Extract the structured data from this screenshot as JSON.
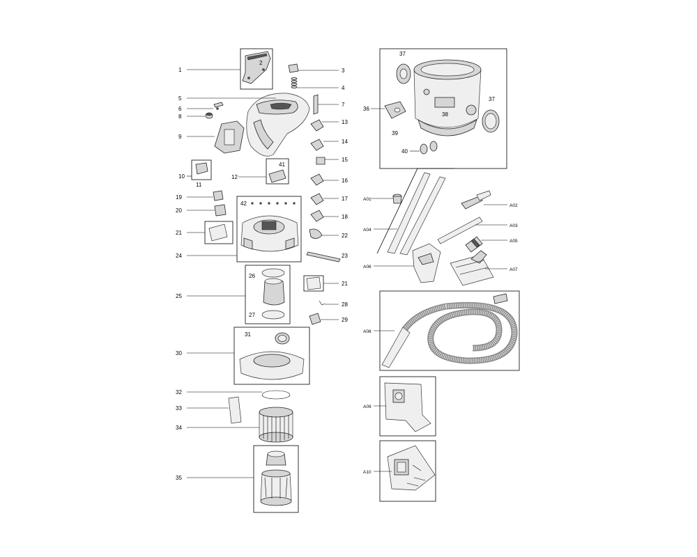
{
  "labels": {
    "c1": "1",
    "c2": "2",
    "c3": "3",
    "c4": "4",
    "c5": "5",
    "c6": "6",
    "c7": "7",
    "c8": "8",
    "c9": "9",
    "c10": "10",
    "c11": "11",
    "c12": "12",
    "c13": "13",
    "c14": "14",
    "c15": "15",
    "c16": "16",
    "c17": "17",
    "c18": "18",
    "c19": "19",
    "c20": "20",
    "c21a": "21",
    "c21b": "21",
    "c22": "22",
    "c23": "23",
    "c24": "24",
    "c25": "25",
    "c26": "26",
    "c27": "27",
    "c28": "28",
    "c29": "29",
    "c30": "30",
    "c31": "31",
    "c32": "32",
    "c33": "33",
    "c34": "34",
    "c35": "35",
    "c36": "36",
    "c37a": "37",
    "c37b": "37",
    "c38": "38",
    "c39": "39",
    "c40": "40",
    "c41": "41",
    "c42": "42",
    "a01": "A01",
    "a02": "A02",
    "a03": "A03",
    "a04": "A04",
    "a05": "A05",
    "a06": "A06",
    "a07": "A07",
    "a08": "A08",
    "a09": "A09",
    "a10": "A10"
  },
  "icons": [
    "handle",
    "screw",
    "clip",
    "spring",
    "cable-clamp",
    "motor-head",
    "plug",
    "brush-holder",
    "ring",
    "motor",
    "valve",
    "motor-base",
    "filter-bag",
    "cartridge-filter",
    "tank",
    "wheel",
    "caster",
    "tube",
    "floor-nozzle",
    "crevice-nozzle",
    "adapter",
    "hose",
    "paper-bag",
    "fleece-bag"
  ]
}
